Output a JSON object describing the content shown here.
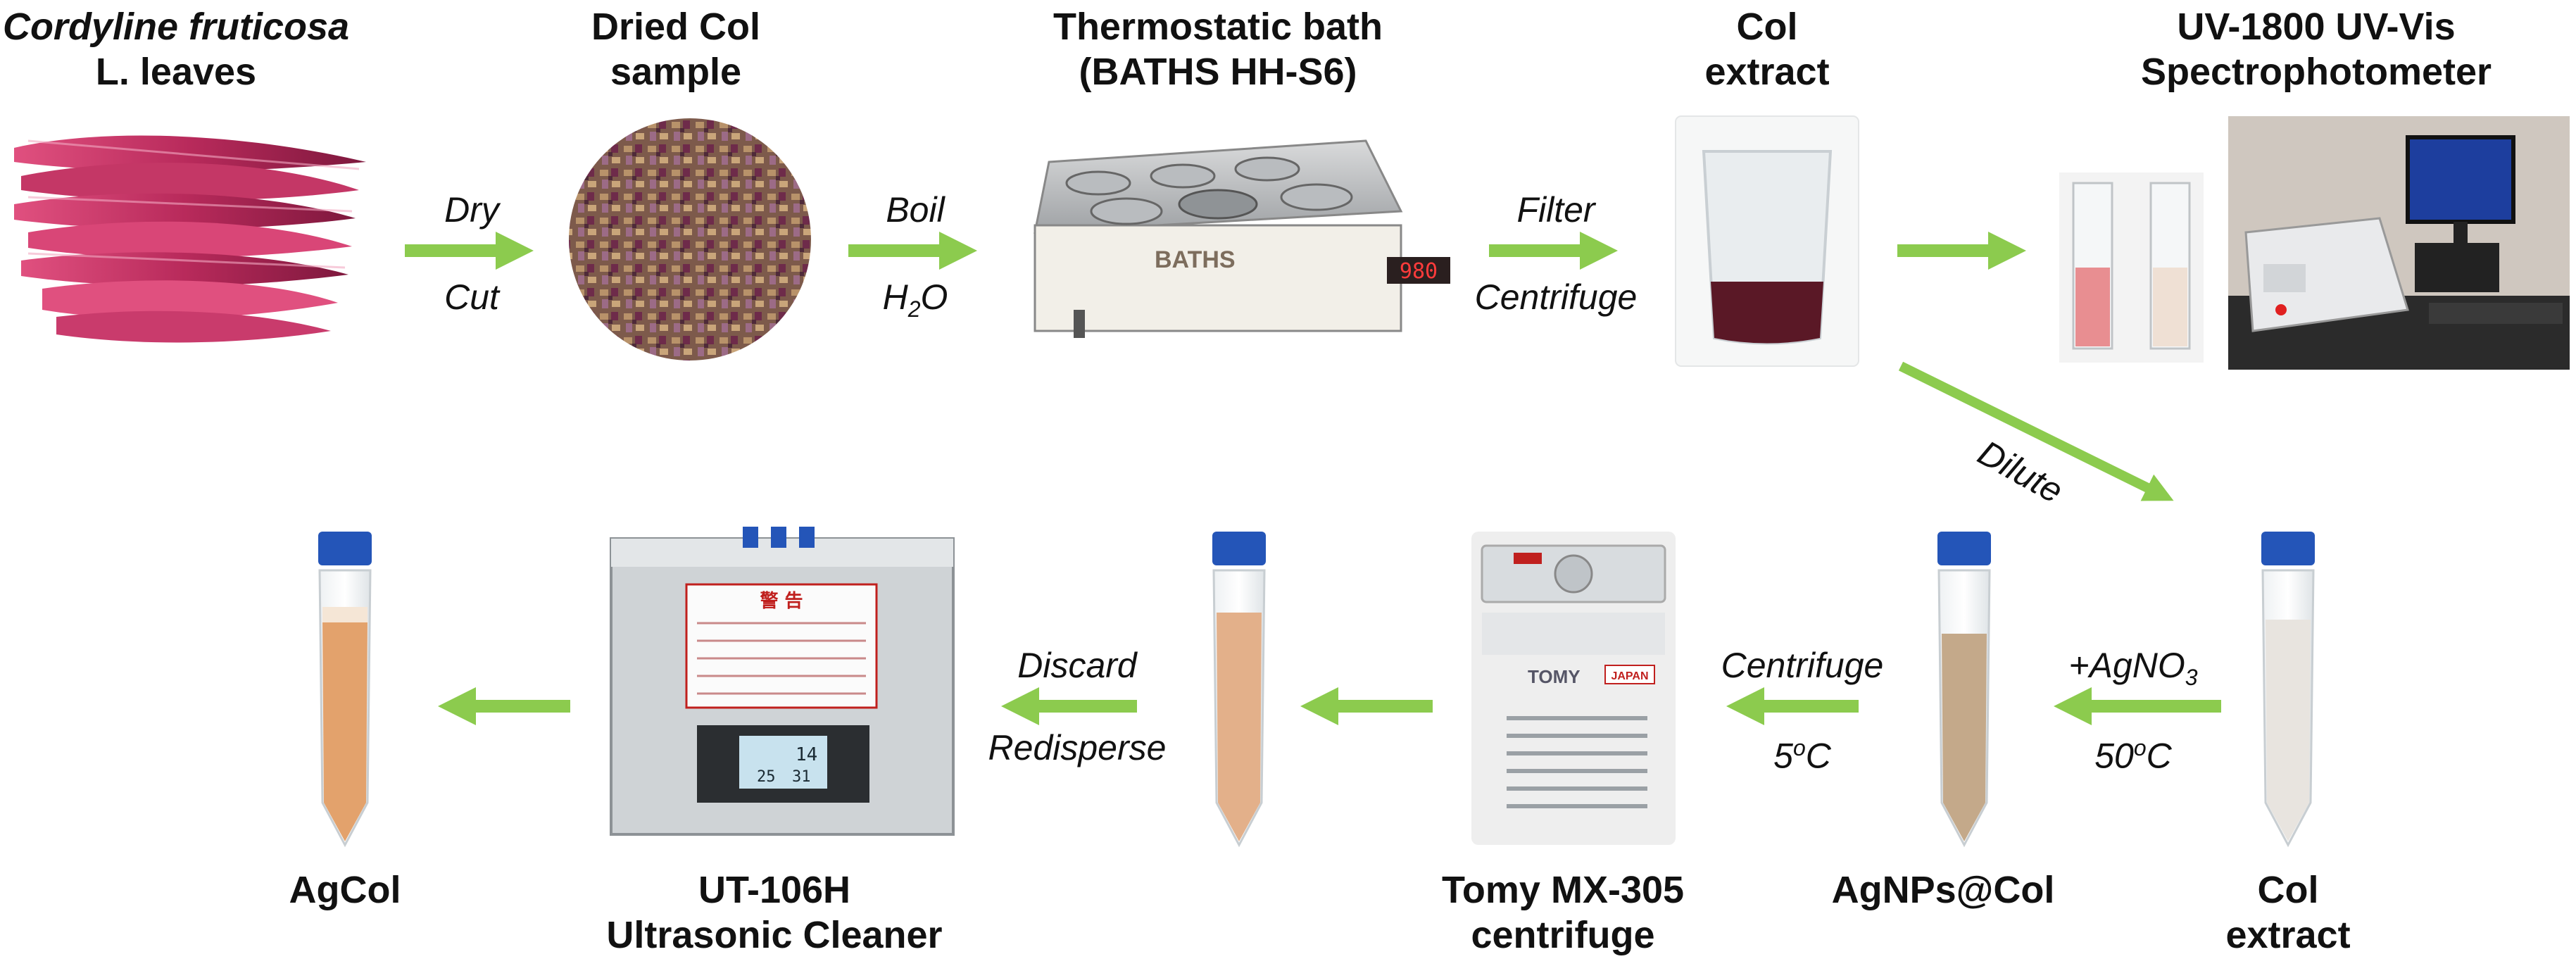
{
  "titles": {
    "leaves_species": "Cordyline fruticosa",
    "leaves_rest": "L. leaves",
    "dried_line1": "Dried Col",
    "dried_line2": "sample",
    "bath_line1": "Thermostatic bath",
    "bath_line2": "(BATHS HH-S6)",
    "extract_line1": "Col",
    "extract_line2": "extract",
    "uv_line1": "UV-1800 UV-Vis",
    "uv_line2": "Spectrophotometer"
  },
  "bottom_labels": {
    "agcol": "AgCol",
    "cleaner_line1": "UT-106H",
    "cleaner_line2": "Ultrasonic Cleaner",
    "tomy_line1": "Tomy MX-305",
    "tomy_line2": "centrifuge",
    "agnps": "AgNPs@Col",
    "col_line1": "Col",
    "col_line2": "extract"
  },
  "steps": {
    "dry": "Dry",
    "cut": "Cut",
    "boil": "Boil",
    "h2o_main": "H",
    "h2o_sub": "2",
    "h2o_tail": "O",
    "filter": "Filter",
    "centrifuge": "Centrifuge",
    "dilute": "Dilute",
    "agno3_main": "+AgNO",
    "agno3_sub": "3",
    "temp50_main": "50",
    "temp50_sup": "o",
    "temp50_tail": "C",
    "centrifuge2": "Centrifuge",
    "temp5_main": "5",
    "temp5_sup": "o",
    "temp5_tail": "C",
    "discard": "Discard",
    "redisperse": "Redisperse"
  },
  "device_text": {
    "baths_brand": "BATHS",
    "bath_display": "980",
    "tomy_brand": "TOMY",
    "tomy_badge": "JAPAN",
    "cleaner_warning": "警 告",
    "cleaner_display_a": "14",
    "cleaner_display_b": "25",
    "cleaner_display_c": "31"
  },
  "colors": {
    "arrow": "#8CCB4E",
    "leaf_dark": "#8E1D45",
    "leaf_light": "#E0507F",
    "extract_liquid": "#5A1826",
    "agcol_liquid": "#E3A26C",
    "tube_cap": "#2455B8"
  }
}
